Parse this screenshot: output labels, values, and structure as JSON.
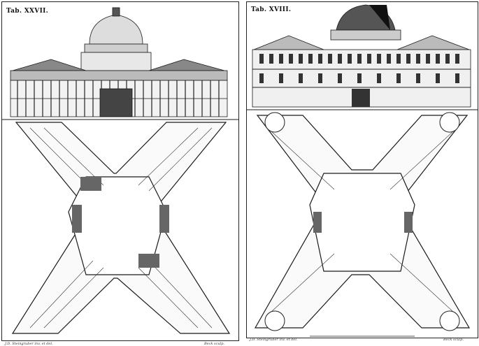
{
  "plates": [
    {
      "label": "Tab. XXVII.",
      "credit_left": "J.D. Steingruber inv. et del.",
      "credit_right": "Beck sculp."
    },
    {
      "label": "Tab. XVIII.",
      "credit_left": "J.D. Steingruber inv. et del.",
      "credit_right": "Beck sculp."
    }
  ],
  "colors": {
    "ink": "#1a1a1a",
    "paper": "#ffffff"
  }
}
